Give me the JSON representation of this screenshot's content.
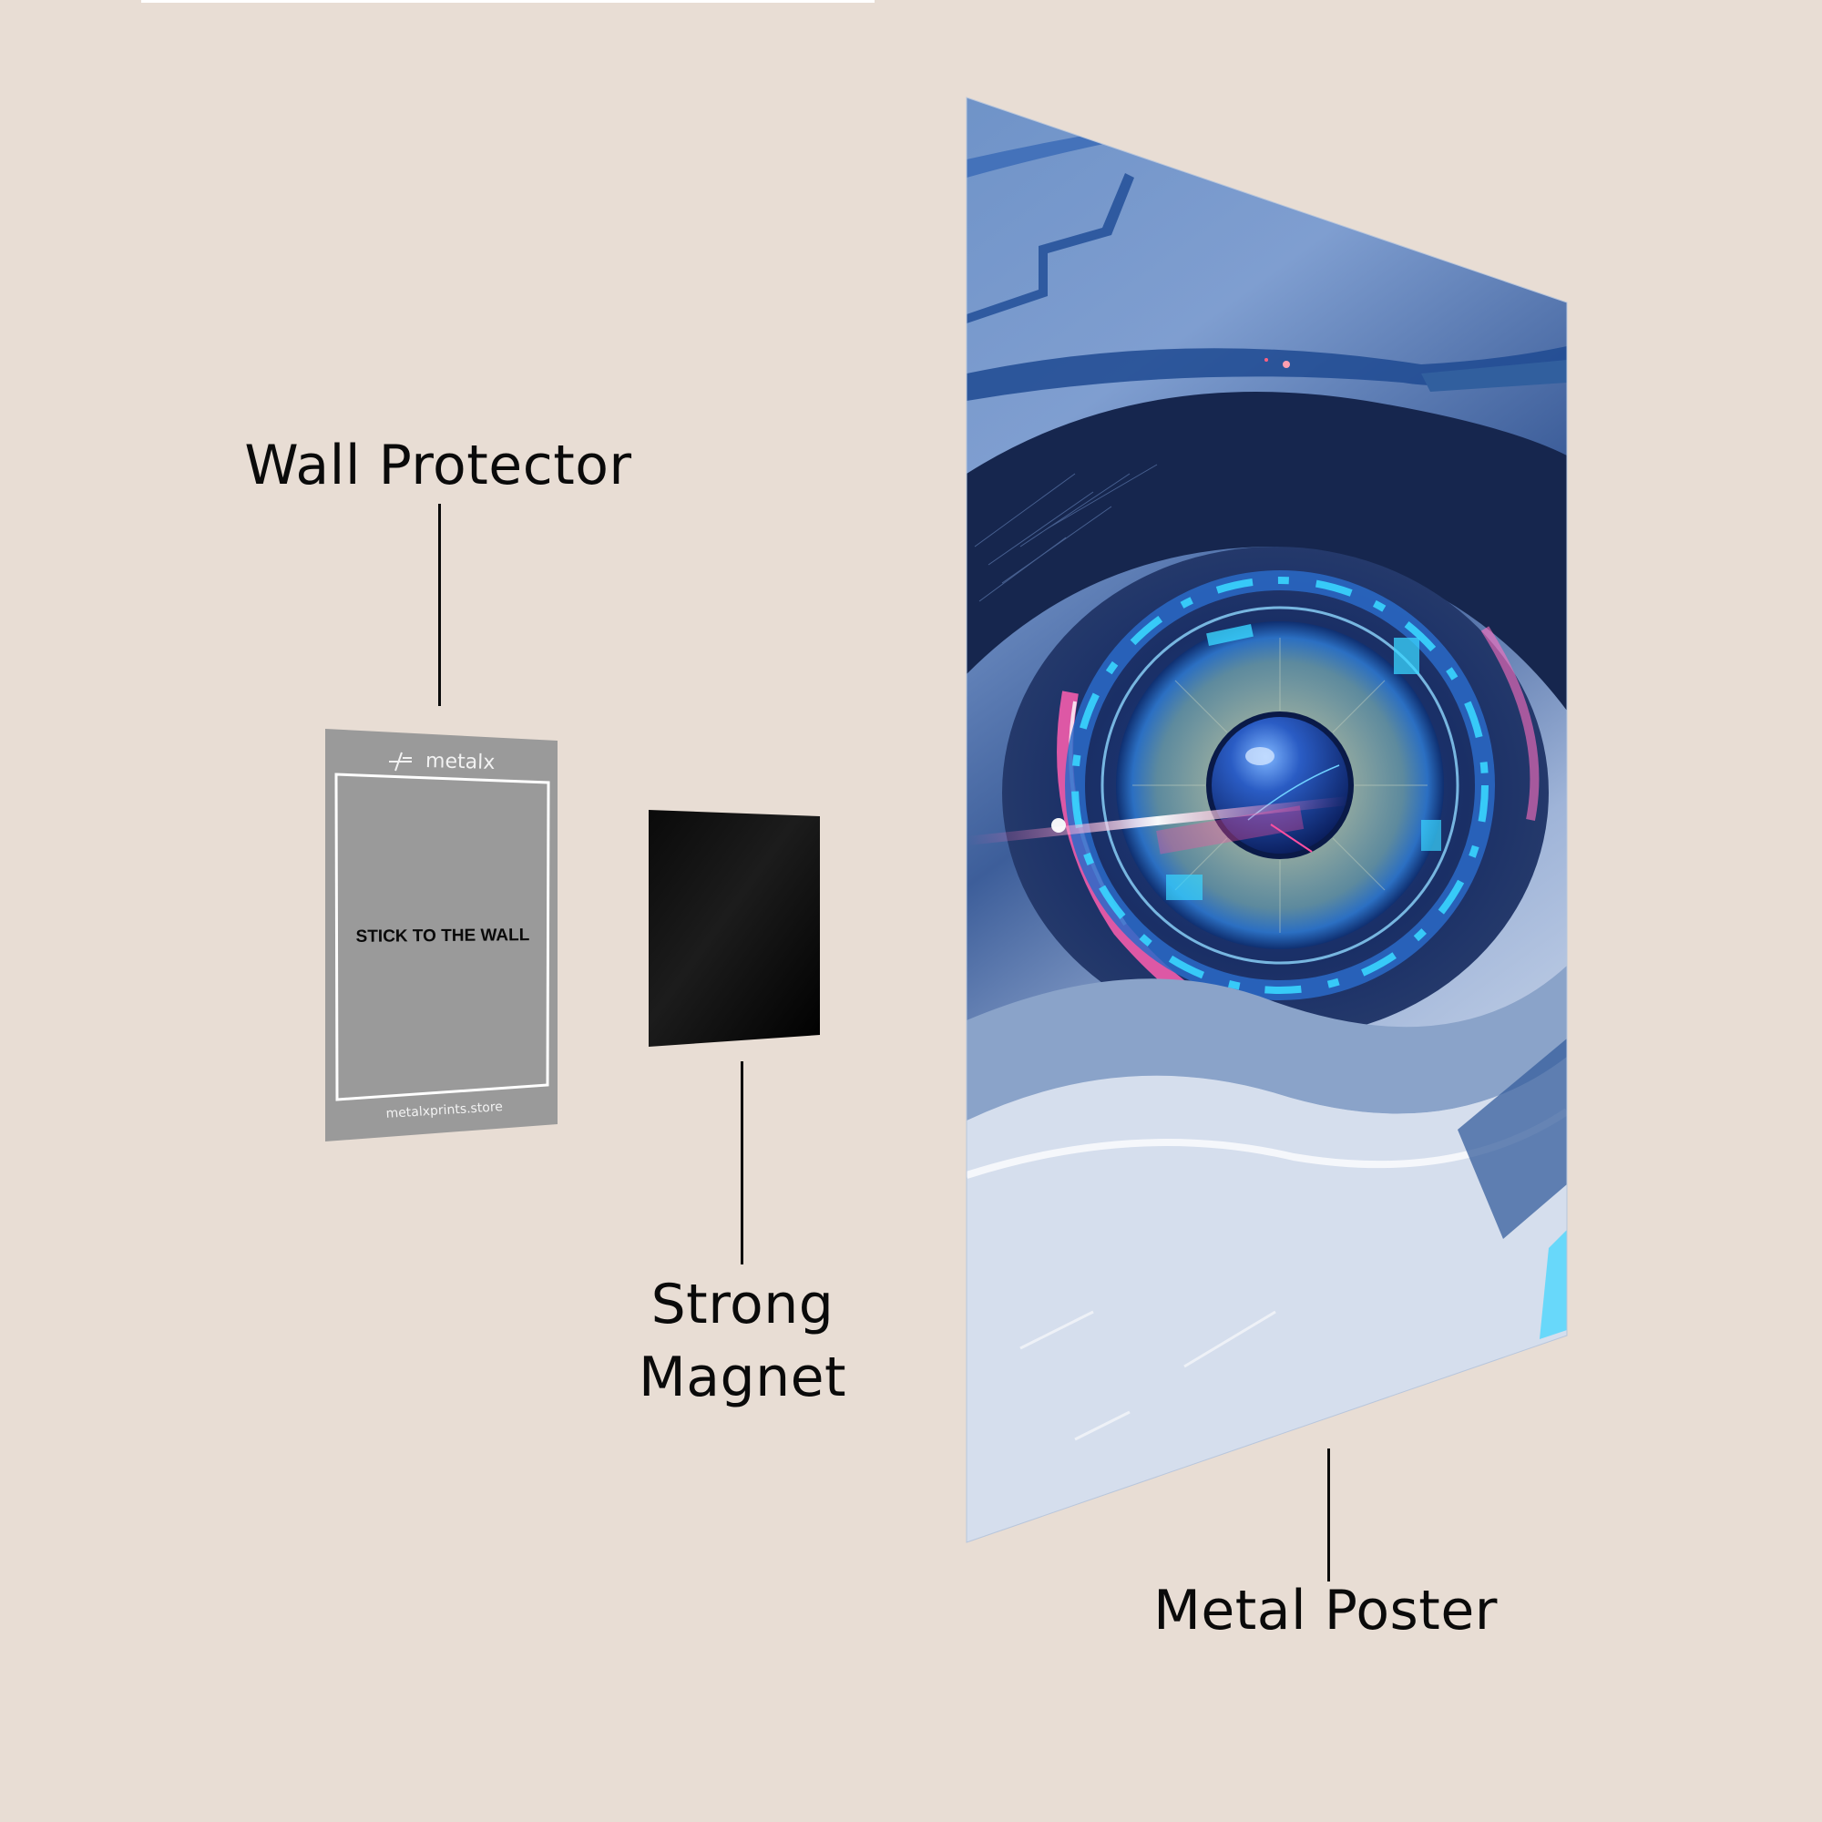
{
  "labels": {
    "wall_protector": "Wall Protector",
    "strong_magnet_line1": "Strong",
    "strong_magnet_line2": "Magnet",
    "metal_poster": "Metal Poster"
  },
  "wall_protector_card": {
    "brand": "metalx",
    "instruction": "STICK TO THE WALL",
    "website": "metalxprints.store",
    "brand_icon": "metalx-logo-icon"
  },
  "poster": {
    "subject": "futuristic cybernetic eye artwork",
    "icon": "cyber-eye-artwork"
  },
  "colors": {
    "background": "#e8ddd4",
    "protector_gray": "#9a9a9a",
    "magnet_black": "#050505",
    "label_text": "#0a0a0a",
    "poster_blue": "#6f93c8",
    "accent_pink": "#ff4fa0",
    "accent_cyan": "#39d6ff"
  }
}
